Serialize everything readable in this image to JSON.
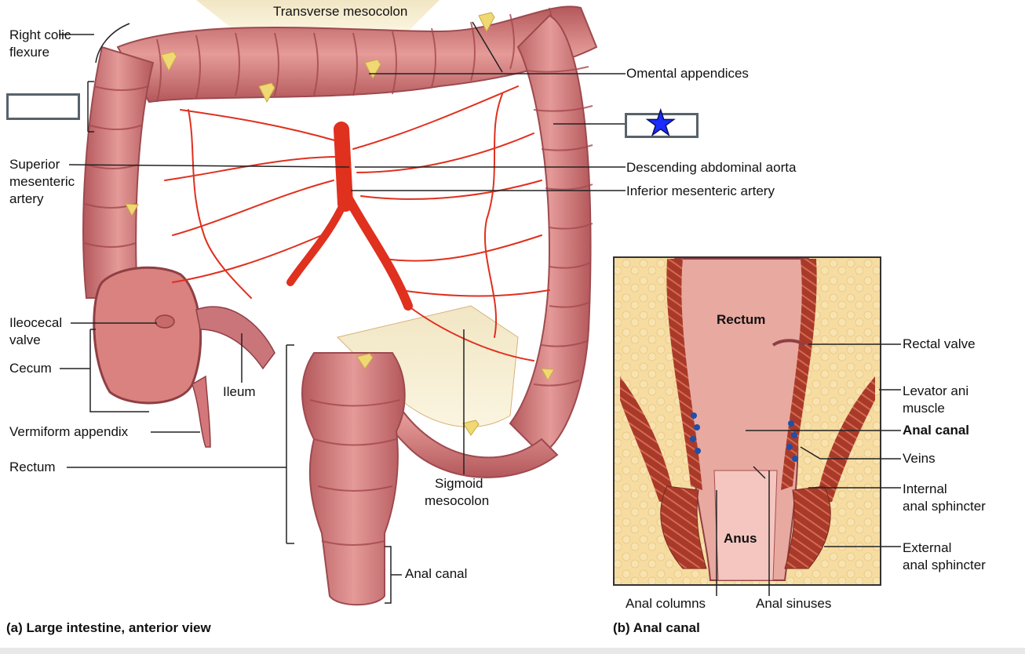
{
  "panel_a": {
    "caption": "(a) Large intestine, anterior view",
    "labels": {
      "transverse_mesocolon": "Transverse mesocolon",
      "right_colic_flexure_1": "Right colic",
      "right_colic_flexure_2": "flexure",
      "omental_appendices": "Omental appendices",
      "superior_mesenteric_1": "Superior",
      "superior_mesenteric_2": "mesenteric",
      "superior_mesenteric_3": "artery",
      "descending_aorta": "Descending abdominal aorta",
      "inferior_mesenteric": "Inferior mesenteric artery",
      "ileocecal_1": "Ileocecal",
      "ileocecal_2": "valve",
      "cecum": "Cecum",
      "ileum": "Ileum",
      "vermiform_appendix": "Vermiform appendix",
      "rectum": "Rectum",
      "sigmoid_1": "Sigmoid",
      "sigmoid_2": "mesocolon",
      "anal_canal": "Anal canal"
    }
  },
  "panel_b": {
    "caption": "(b) Anal canal",
    "labels": {
      "rectum_inner": "Rectum",
      "anus_inner": "Anus",
      "rectal_valve": "Rectal valve",
      "levator_1": "Levator ani",
      "levator_2": "muscle",
      "anal_canal": "Anal canal",
      "veins": "Veins",
      "internal_1": "Internal",
      "internal_2": "anal sphincter",
      "external_1": "External",
      "external_2": "anal sphincter",
      "anal_columns": "Anal columns",
      "anal_sinuses": "Anal sinuses"
    }
  },
  "quiz": {
    "blank_left": "",
    "blank_right_marker": "★"
  },
  "colors": {
    "intestine": "#c9686a",
    "artery": "#e0301e",
    "fat": "#f3d79a",
    "marker": "#1a2bff"
  }
}
